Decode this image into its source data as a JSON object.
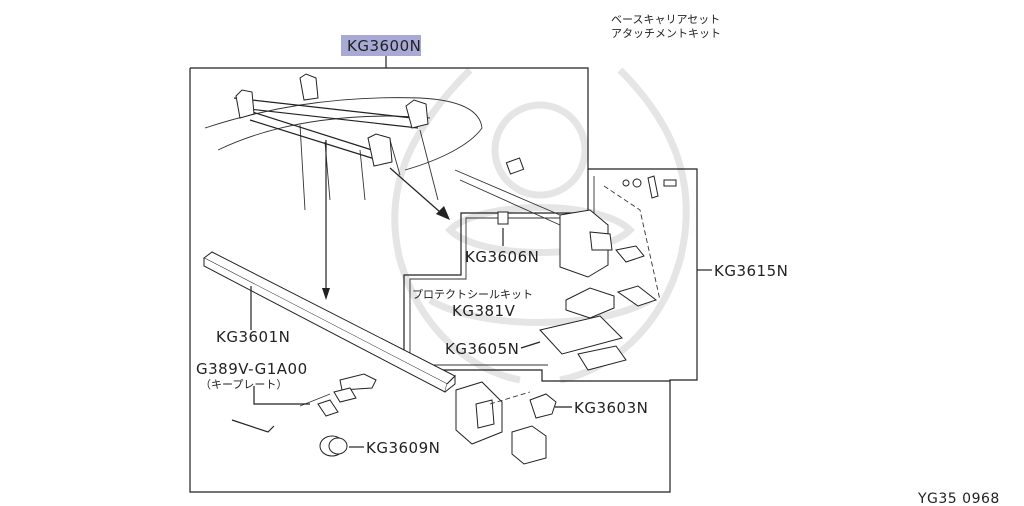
{
  "header": {
    "jp_line1": "ベースキャリアセット",
    "jp_line2": "アタッチメントキット",
    "set_code": "KG3600N"
  },
  "labels": {
    "attachment": "KG3615N",
    "bracket": "KG3606N",
    "protect_jp": "プロテクトシールキット",
    "protect_code": "KG381V",
    "seal": "KG3605N",
    "bar": "KG3601N",
    "key_code": "G389V-G1A00",
    "key_jp": "（キープレート）",
    "cap": "KG3603N",
    "lock": "KG3609N"
  },
  "footer": {
    "figure_id": "YG35  0968"
  },
  "colors": {
    "highlight": "#a9a9d6",
    "line": "#222222",
    "watermark": "#cfcfcf"
  }
}
